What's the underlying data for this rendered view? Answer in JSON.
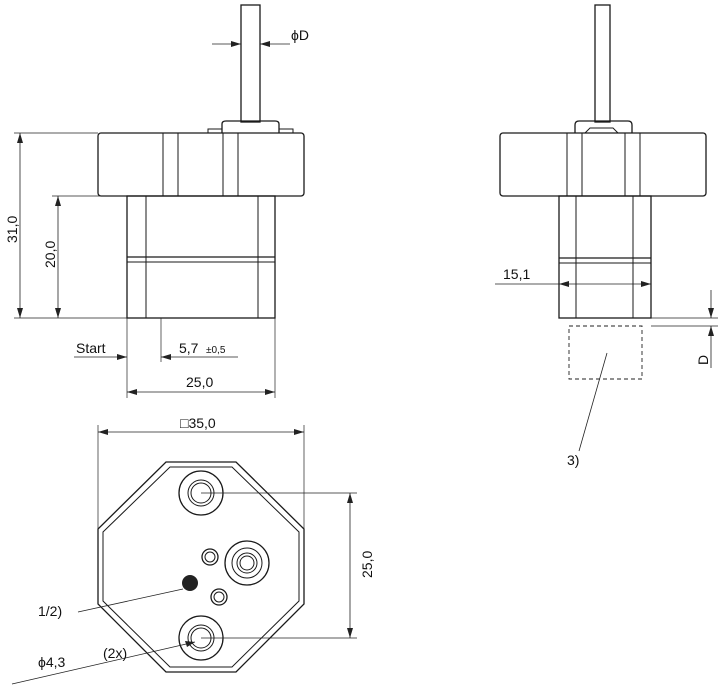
{
  "labels": {
    "diameter_d": "D",
    "dim_31": "31,0",
    "dim_20": "20,0",
    "start": "Start",
    "dim_5_7": "5,7",
    "tolerance": "±0,5",
    "dim_25_bottom": "25,0",
    "dim_35": "35,0",
    "dim_25_right": "25,0",
    "note_12": "1/2)",
    "dim_4_3": "4,3",
    "count_2x": "(2x)",
    "dim_15_1": "15,1",
    "gap_d": "D",
    "note_3": "3)"
  },
  "symbols": {
    "diameter": "ϕ",
    "square": "□"
  }
}
